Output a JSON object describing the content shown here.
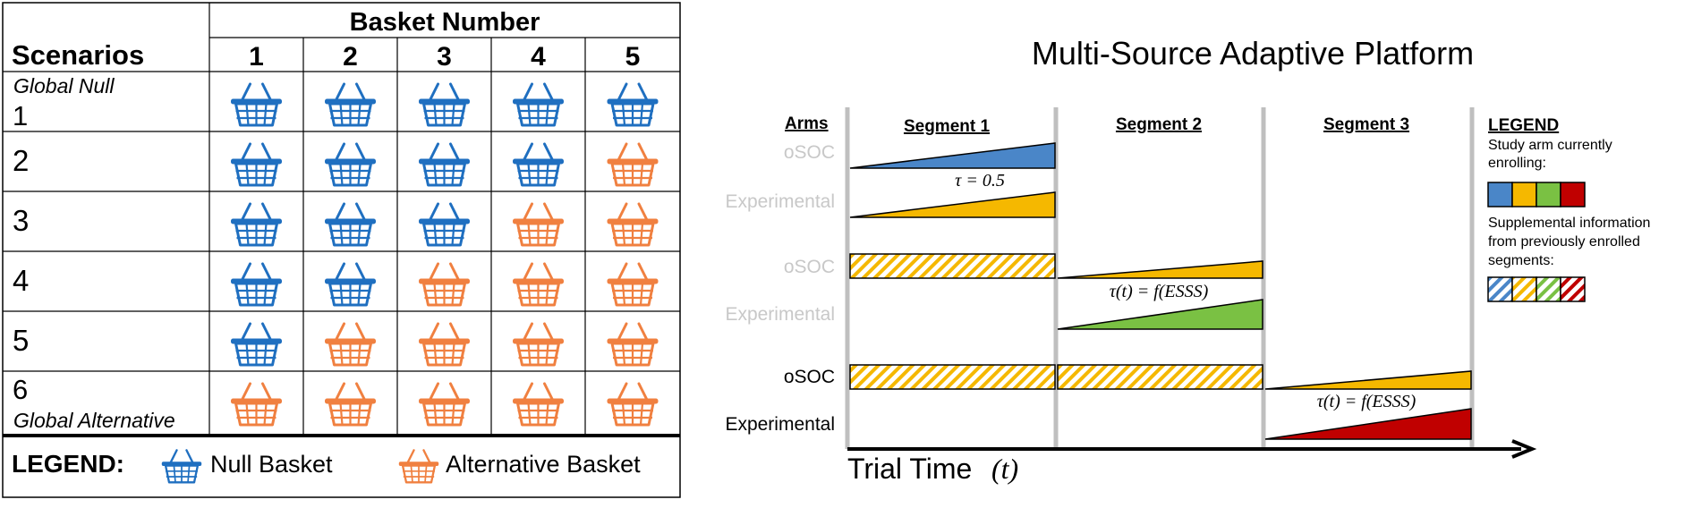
{
  "table": {
    "basket_number_header": "Basket Number",
    "scenarios_header": "Scenarios",
    "columns": [
      "1",
      "2",
      "3",
      "4",
      "5"
    ],
    "rows": [
      {
        "number": "1",
        "note": "Global Null",
        "note_position": "above",
        "baskets": [
          "null",
          "null",
          "null",
          "null",
          "null"
        ]
      },
      {
        "number": "2",
        "note": "",
        "note_position": "",
        "baskets": [
          "null",
          "null",
          "null",
          "null",
          "alt"
        ]
      },
      {
        "number": "3",
        "note": "",
        "note_position": "",
        "baskets": [
          "null",
          "null",
          "null",
          "alt",
          "alt"
        ]
      },
      {
        "number": "4",
        "note": "",
        "note_position": "",
        "baskets": [
          "null",
          "null",
          "alt",
          "alt",
          "alt"
        ]
      },
      {
        "number": "5",
        "note": "",
        "note_position": "",
        "baskets": [
          "null",
          "alt",
          "alt",
          "alt",
          "alt"
        ]
      },
      {
        "number": "6",
        "note": "Global Alternative",
        "note_position": "below",
        "baskets": [
          "alt",
          "alt",
          "alt",
          "alt",
          "alt"
        ]
      }
    ],
    "legend": {
      "label": "LEGEND:",
      "null_label": "Null Basket",
      "alt_label": "Alternative Basket",
      "null_icon": "null-basket-icon",
      "alt_icon": "alternative-basket-icon"
    },
    "colors": {
      "null_basket": "#1f6fc0",
      "alt_basket": "#f08040"
    }
  },
  "platform": {
    "title": "Multi-Source Adaptive Platform",
    "arms_header": "Arms",
    "segments": [
      "Segment 1",
      "Segment 2",
      "Segment 3"
    ],
    "arm_labels": [
      {
        "label": "oSOC",
        "faded": true
      },
      {
        "label": "Experimental",
        "faded": true
      },
      {
        "label": "oSOC",
        "faded": true
      },
      {
        "label": "Experimental",
        "faded": true
      },
      {
        "label": "oSOC",
        "faded": false
      },
      {
        "label": "Experimental",
        "faded": false
      }
    ],
    "annotations": [
      "τ = 0.5",
      "τ(t) = f(ESSS)",
      "τ(t) = f(ESSS)"
    ],
    "axis_label": "Trial Time",
    "axis_var": "(t)",
    "legend": {
      "title": "LEGEND",
      "enrolling_text_1": "Study arm currently",
      "enrolling_text_2": "enrolling:",
      "supplemental_text_1": "Supplemental information",
      "supplemental_text_2": "from previously enrolled",
      "supplemental_text_3": "segments:"
    },
    "colors": {
      "blue": "#4a86c8",
      "yellow": "#f5b800",
      "green": "#7ac143",
      "red": "#c00000",
      "divider": "#bfbfbf",
      "faded_text": "#c8c8c8"
    }
  }
}
